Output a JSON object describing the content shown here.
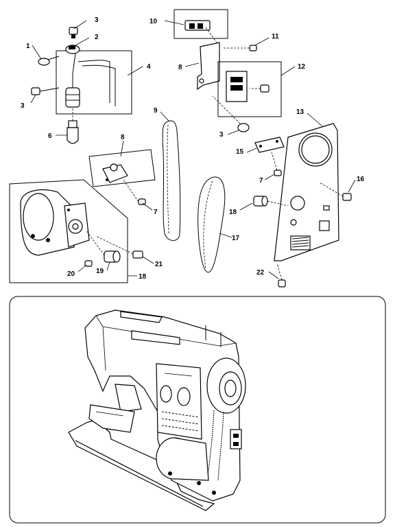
{
  "callouts": [
    {
      "id": "c1",
      "text": "1"
    },
    {
      "id": "c2",
      "text": "2"
    },
    {
      "id": "c3a",
      "text": "3"
    },
    {
      "id": "c3b",
      "text": "3"
    },
    {
      "id": "c3c",
      "text": "3"
    },
    {
      "id": "c4",
      "text": "4"
    },
    {
      "id": "c6",
      "text": "6"
    },
    {
      "id": "c7a",
      "text": "7"
    },
    {
      "id": "c7b",
      "text": "7"
    },
    {
      "id": "c8a",
      "text": "8"
    },
    {
      "id": "c8b",
      "text": "8"
    },
    {
      "id": "c9",
      "text": "9"
    },
    {
      "id": "c10",
      "text": "10"
    },
    {
      "id": "c11",
      "text": "11"
    },
    {
      "id": "c12",
      "text": "12"
    },
    {
      "id": "c13",
      "text": "13"
    },
    {
      "id": "c15",
      "text": "15"
    },
    {
      "id": "c16",
      "text": "16"
    },
    {
      "id": "c17",
      "text": "17"
    },
    {
      "id": "c18a",
      "text": "18"
    },
    {
      "id": "c18b",
      "text": "18"
    },
    {
      "id": "c19",
      "text": "19"
    },
    {
      "id": "c20",
      "text": "20"
    },
    {
      "id": "c21",
      "text": "21"
    },
    {
      "id": "c22",
      "text": "22"
    }
  ]
}
